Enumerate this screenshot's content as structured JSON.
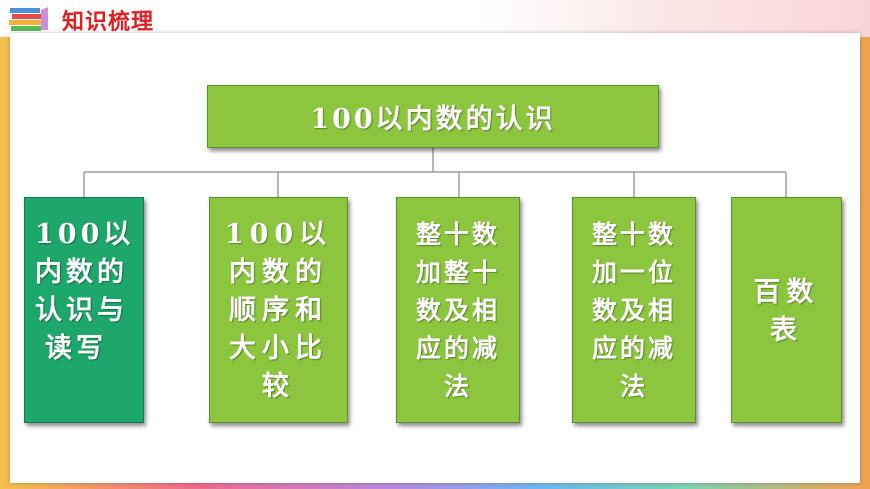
{
  "header": {
    "title": "知识梳理",
    "logo_icon": "books-icon"
  },
  "diagram": {
    "root": {
      "label": "100以内数的认识"
    },
    "children": [
      {
        "lines": [
          "100以",
          "内数的",
          "认识与",
          "读写"
        ],
        "highlighted": true
      },
      {
        "lines": [
          "100以",
          "内数的",
          "顺序和",
          "大小比",
          "较"
        ],
        "highlighted": false
      },
      {
        "lines": [
          "整十数",
          "加整十",
          "数及相",
          "应的减",
          "法"
        ],
        "highlighted": false
      },
      {
        "lines": [
          "整十数",
          "加一位",
          "数及相",
          "应的减",
          "法"
        ],
        "highlighted": false
      },
      {
        "lines": [
          "百数",
          "表"
        ],
        "highlighted": false
      }
    ]
  },
  "colors": {
    "box_green": "#8cc63e",
    "box_active": "#1ea76a",
    "title_red": "#e02020",
    "connector": "#9aa0a0"
  }
}
